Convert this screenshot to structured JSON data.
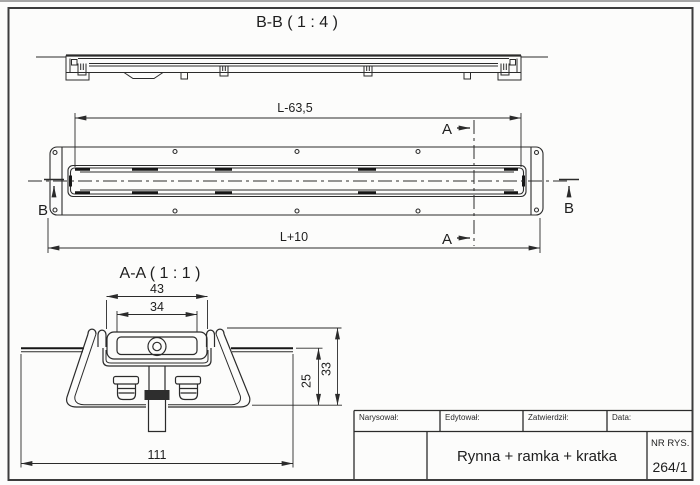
{
  "drawing": {
    "section_bb_title": "B-B ( 1 : 4 )",
    "section_aa_title": "A-A ( 1 : 1 )",
    "section_letter_a": "A",
    "section_letter_b": "B",
    "dim_length_top": "L-63,5",
    "dim_length_bottom": "L+10",
    "dim_frame_width": "43",
    "dim_grate_width": "34",
    "dim_depth_inner": "25",
    "dim_depth_outer": "33",
    "dim_flange_width": "111"
  },
  "title_block": {
    "drawn_by_label": "Narysował:",
    "edited_by_label": "Edytował:",
    "approved_by_label": "Zatwierdził:",
    "date_label": "Data:",
    "drawing_title": "Rynna + ramka + kratka",
    "drawing_number_label": "NR RYS.",
    "drawing_number": "264/1"
  },
  "colors": {
    "line": "#2b2b2b",
    "dark_fill": "#161616",
    "paper": "#fcfcfb"
  }
}
